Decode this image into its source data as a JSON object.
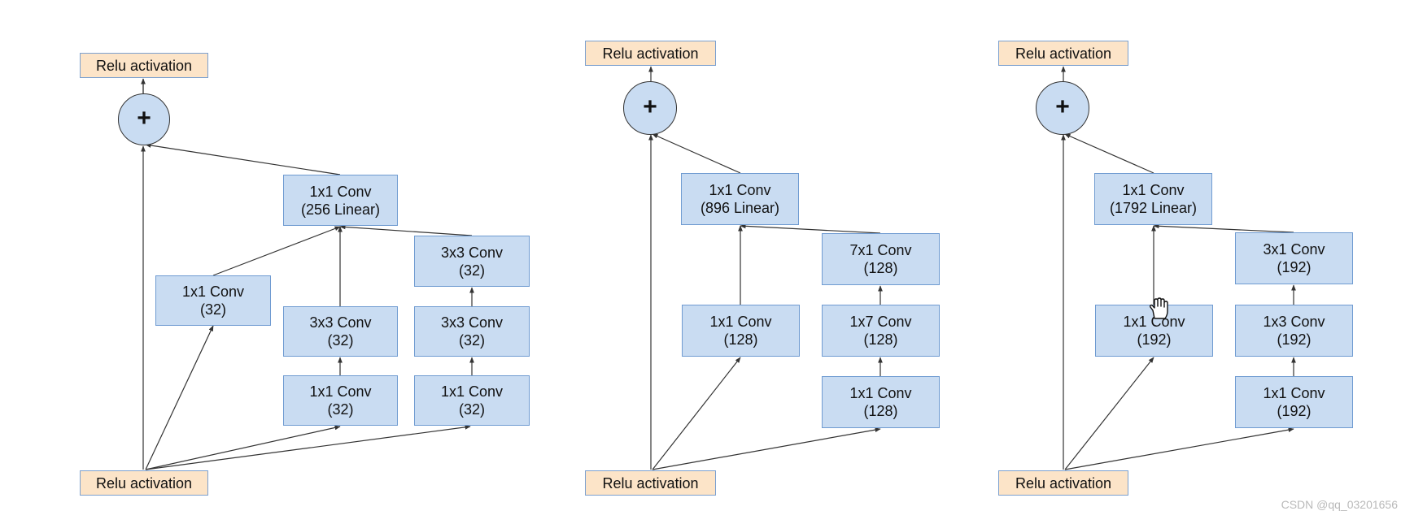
{
  "diagrams": [
    {
      "top_relu": "Relu activation",
      "add_symbol": "+",
      "linear": {
        "line1": "1x1 Conv",
        "line2": "(256 Linear)"
      },
      "branch1": [
        {
          "line1": "1x1 Conv",
          "line2": "(32)"
        }
      ],
      "branch2": [
        {
          "line1": "3x3 Conv",
          "line2": "(32)"
        },
        {
          "line1": "1x1 Conv",
          "line2": "(32)"
        }
      ],
      "branch3": [
        {
          "line1": "3x3 Conv",
          "line2": "(32)"
        },
        {
          "line1": "3x3 Conv",
          "line2": "(32)"
        },
        {
          "line1": "1x1 Conv",
          "line2": "(32)"
        }
      ],
      "bottom_relu": "Relu activation"
    },
    {
      "top_relu": "Relu activation",
      "add_symbol": "+",
      "linear": {
        "line1": "1x1 Conv",
        "line2": "(896 Linear)"
      },
      "branch1": [
        {
          "line1": "1x1 Conv",
          "line2": "(128)"
        }
      ],
      "branch2": [
        {
          "line1": "7x1 Conv",
          "line2": "(128)"
        },
        {
          "line1": "1x7 Conv",
          "line2": "(128)"
        },
        {
          "line1": "1x1 Conv",
          "line2": "(128)"
        }
      ],
      "bottom_relu": "Relu activation"
    },
    {
      "top_relu": "Relu activation",
      "add_symbol": "+",
      "linear": {
        "line1": "1x1 Conv",
        "line2": "(1792 Linear)"
      },
      "branch1": [
        {
          "line1": "1x1 Conv",
          "line2": "(192)"
        }
      ],
      "branch2": [
        {
          "line1": "3x1 Conv",
          "line2": "(192)"
        },
        {
          "line1": "1x3 Conv",
          "line2": "(192)"
        },
        {
          "line1": "1x1 Conv",
          "line2": "(192)"
        }
      ],
      "bottom_relu": "Relu activation"
    }
  ],
  "watermark": "CSDN @qq_03201656",
  "icons": {
    "cursor": "hand-cursor-icon"
  },
  "colors": {
    "conv_fill": "#c9dcf2",
    "conv_border": "#6f9bd1",
    "relu_fill": "#fce4c8",
    "edge": "#333333"
  }
}
